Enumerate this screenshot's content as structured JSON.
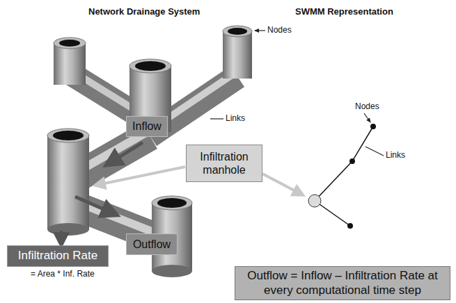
{
  "diagram": {
    "nodes": [
      {
        "text": [
          "Inflow"
        ]
      },
      {
        "text": [
          "Infiltration manhole"
        ]
      },
      {
        "text": [
          "Outflow"
        ]
      },
      {
        "text": [
          "Infiltration Rate"
        ]
      },
      {
        "text": [
          "Outflow = Inflow – Infiltration Rate at every computational time step"
        ]
      }
    ],
    "labels": [
      "Network Drainage System",
      "SWMM Representation",
      "Nodes",
      "Links",
      "= Area * Inf. Rate",
      "Nodes",
      "Links"
    ]
  }
}
